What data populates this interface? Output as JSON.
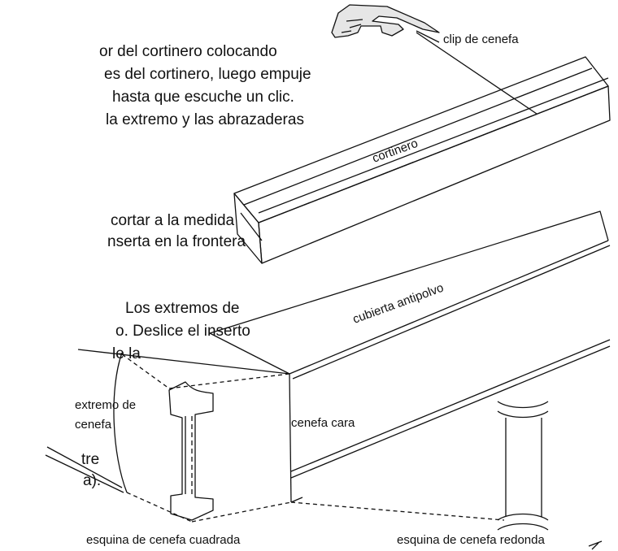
{
  "instructions": {
    "block1": [
      "or del cortinero colocando",
      "es del cortinero, luego empuje",
      "hasta que escuche un clic.",
      "la extremo y las abrazaderas"
    ],
    "block2": [
      "cortar a la medida",
      "nserta en la frontera"
    ],
    "block3": [
      "Los extremos de",
      "o. Deslice el inserto",
      "le la"
    ],
    "block4": [
      "tre",
      "a)."
    ]
  },
  "labels": {
    "clip": "clip de cenefa",
    "cortinero": "cortinero",
    "cubierta": "cubierta antipolvo",
    "extremo": [
      "extremo de",
      "cenefa"
    ],
    "cenefa_cara": "cenefa cara",
    "esquina_cuadrada": "esquina de cenefa cuadrada",
    "esquina_redonda": "esquina de cenefa redonda"
  },
  "colors": {
    "line": "#111111",
    "background": "#ffffff"
  }
}
